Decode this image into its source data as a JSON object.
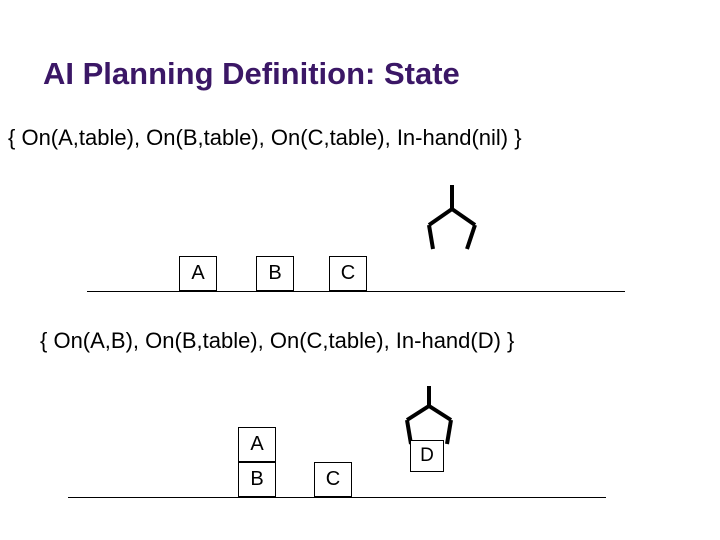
{
  "title": "AI Planning Definition: State",
  "states": [
    {
      "label": "{ On(A,table), On(B,table), On(C,table), In-hand(nil) }",
      "blocks": [
        "A",
        "B",
        "C"
      ]
    },
    {
      "label": "{ On(A,B), On(B,table), On(C,table), In-hand(D) }",
      "blocks": [
        "A",
        "B",
        "C"
      ],
      "held_block": "D"
    }
  ],
  "icons": {
    "gripper": "robot-gripper-icon"
  }
}
